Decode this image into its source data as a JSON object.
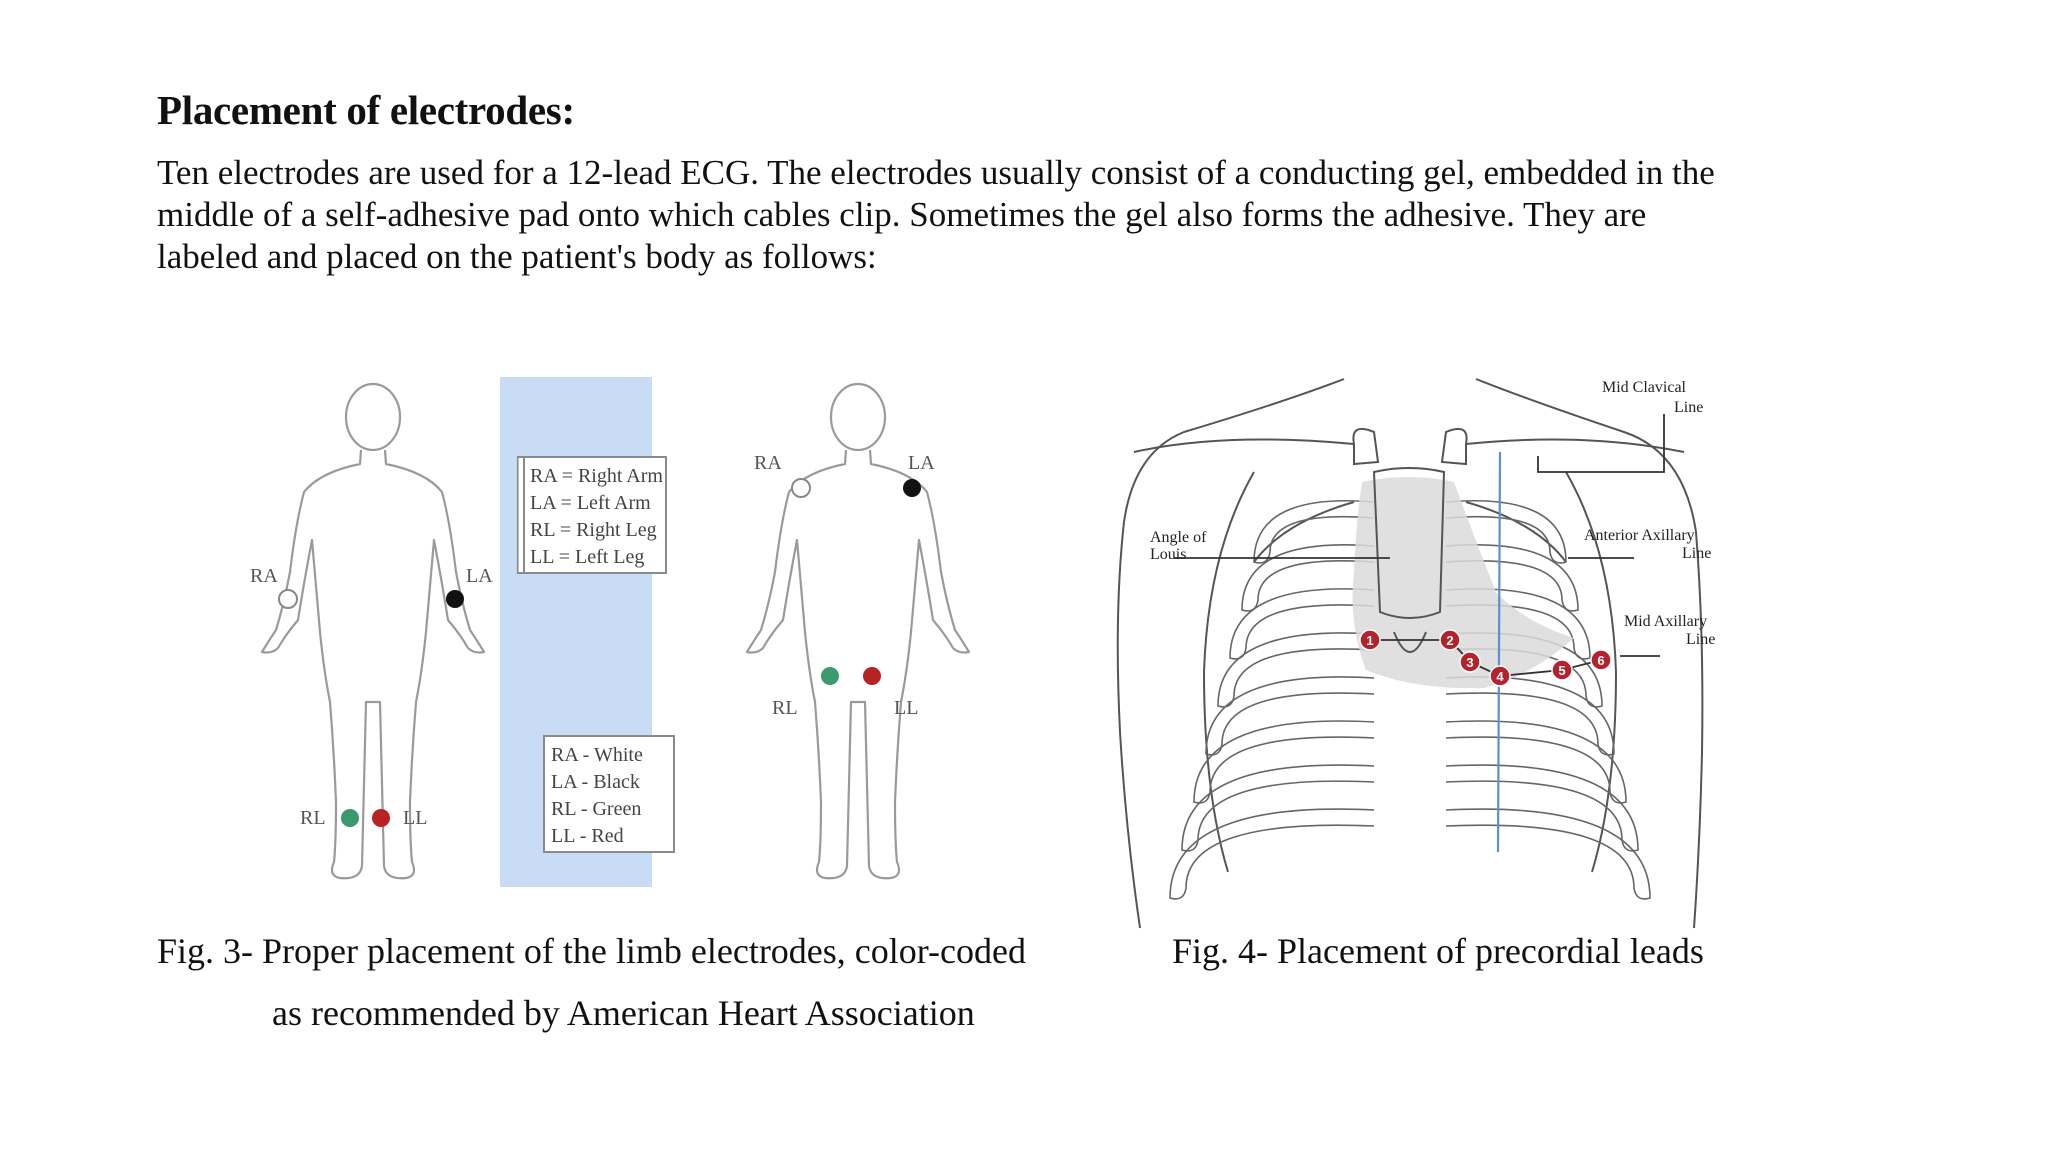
{
  "heading": "Placement of electrodes:",
  "paragraph_lines": [
    "Ten electrodes are used for a 12-lead ECG. The electrodes usually consist of a conducting gel, embedded in the",
    "middle of a self-adhesive pad onto which cables clip. Sometimes the gel also forms the adhesive. They are",
    "labeled and placed on the patient's body as follows:"
  ],
  "fig3": {
    "labels": {
      "ra": "RA",
      "la": "LA",
      "rl": "RL",
      "ll": "LL"
    },
    "legend_names": [
      "RA = Right Arm",
      "LA = Left Arm",
      "RL = Right Leg",
      "LL = Left Leg"
    ],
    "legend_colors": [
      "RA - White",
      "LA - Black",
      "RL - Green",
      "LL - Red"
    ],
    "electrode_colors": {
      "ra": "#ffffff",
      "la": "#111111",
      "rl": "#3a9a6e",
      "ll": "#b82222"
    },
    "panel_color": "#c8dcf6"
  },
  "fig4": {
    "labels": {
      "mid_clavical_1": "Mid Clavical",
      "mid_clavical_2": "Line",
      "angle_1": "Angle of",
      "angle_2": "Louis",
      "anterior_1": "Anterior Axillary",
      "anterior_2": "Line",
      "mid_axillary_1": "Mid Axillary",
      "mid_axillary_2": "Line"
    },
    "leads": [
      "1",
      "2",
      "3",
      "4",
      "5",
      "6"
    ],
    "lead_color": "#b4222e"
  },
  "captions": {
    "fig3_line1": "Fig. 3- Proper placement of the limb electrodes, color-coded",
    "fig3_line2": "as recommended by American Heart Association",
    "fig4": "Fig. 4- Placement of precordial leads"
  }
}
